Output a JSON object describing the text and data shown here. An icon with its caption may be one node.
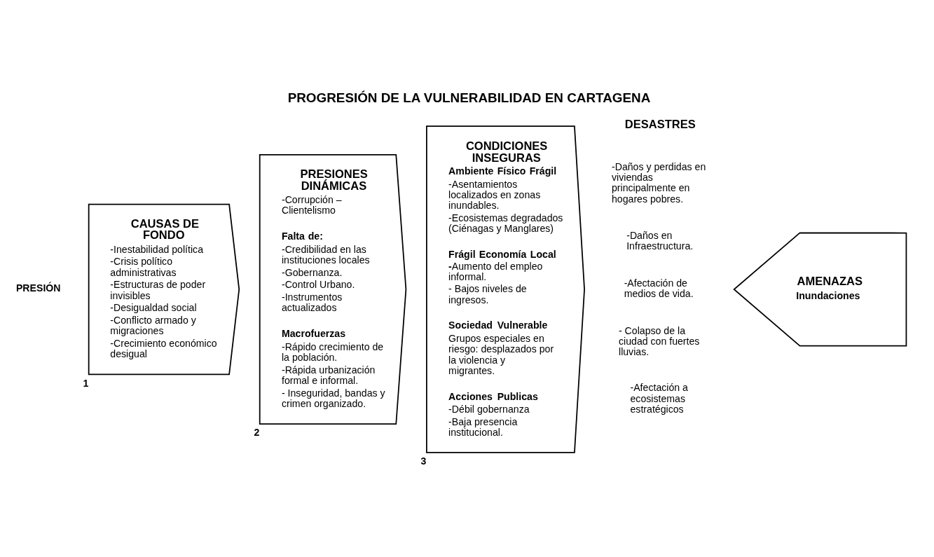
{
  "diagram": {
    "title": "PROGRESIÓN DE LA VULNERABILIDAD EN CARTAGENA",
    "nodes": [
      {
        "text": [
          "CAUSAS DE FONDO",
          "-Inestabilidad política",
          "-Crisis político administrativas",
          "-Estructuras de poder invisibles",
          "-Desigualdad social",
          "-Conflicto armado y migraciones",
          "-Crecimiento económico desigual"
        ],
        "beside": [
          "1"
        ]
      },
      {
        "text": [
          "PRESIONES DINÁMICAS",
          "-Corrupción – Clientelismo",
          "**Falta de:**",
          "-Credibilidad en las instituciones locales",
          "-Gobernanza.",
          "-Control Urbano.",
          "-Instrumentos actualizados",
          "**Macrofuerzas**",
          "-Rápido crecimiento de la población.",
          "-Rápida urbanización formal e informal.",
          "- Inseguridad, bandas y crimen organizado."
        ],
        "beside": [
          "2"
        ]
      },
      {
        "text": [
          "CONDICIONES INSEGURAS",
          "**Ambiente Físico Frágil**",
          "-Asentamientos localizados en zonas inundables.",
          "-Ecosistemas degradados (Ciénagas y Manglares)",
          "**Frágil Economía Local**",
          "**-**Aumento del empleo informal.",
          "- Bajos niveles de ingresos.",
          "**Sociedad Vulnerable**",
          "Grupos especiales en riesgo: desplazados por la violencia y migrantes.",
          "**Acciones Publicas**",
          "-Débil gobernanza",
          "-Baja presencia institucional."
        ],
        "beside": [
          "3"
        ]
      },
      {
        "text": [
          "AMENAZAS",
          "**Inundaciones**"
        ]
      }
    ],
    "edges": [],
    "labels": [
      "PRESIÓN",
      "DESASTRES",
      "-Daños y perdidas en viviendas principalmente en hogares pobres.",
      "-Daños en Infraestructura.",
      "-Afectación de medios de vida.",
      "- Colapso de la ciudad con fuertes lluvias.",
      "-Afectación a ecosistemas estratégicos"
    ]
  }
}
